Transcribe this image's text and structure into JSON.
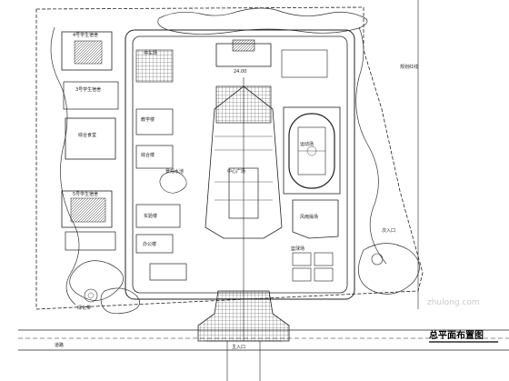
{
  "title": "总平面布置图",
  "labels": {
    "dorm_top": "4号学生宿舍",
    "dorm_left": "3号学生宿舍",
    "dorm_bottom": "5号学生宿舍",
    "canteen": "综合食堂",
    "square": "中心广场",
    "library": "综合楼",
    "teaching": "教学楼",
    "admin": "办公楼",
    "stadium": "运动场",
    "gym": "风雨操场",
    "gate": "主入口",
    "lab": "实验楼",
    "parking": "停车场",
    "green": "绿化带",
    "road": "道路",
    "boundary_note": "规划红线",
    "court": "篮球场",
    "pond": "景观水池",
    "entrance2": "次入口",
    "measure": "24.00"
  },
  "watermark": {
    "text": "zhulong.com"
  }
}
